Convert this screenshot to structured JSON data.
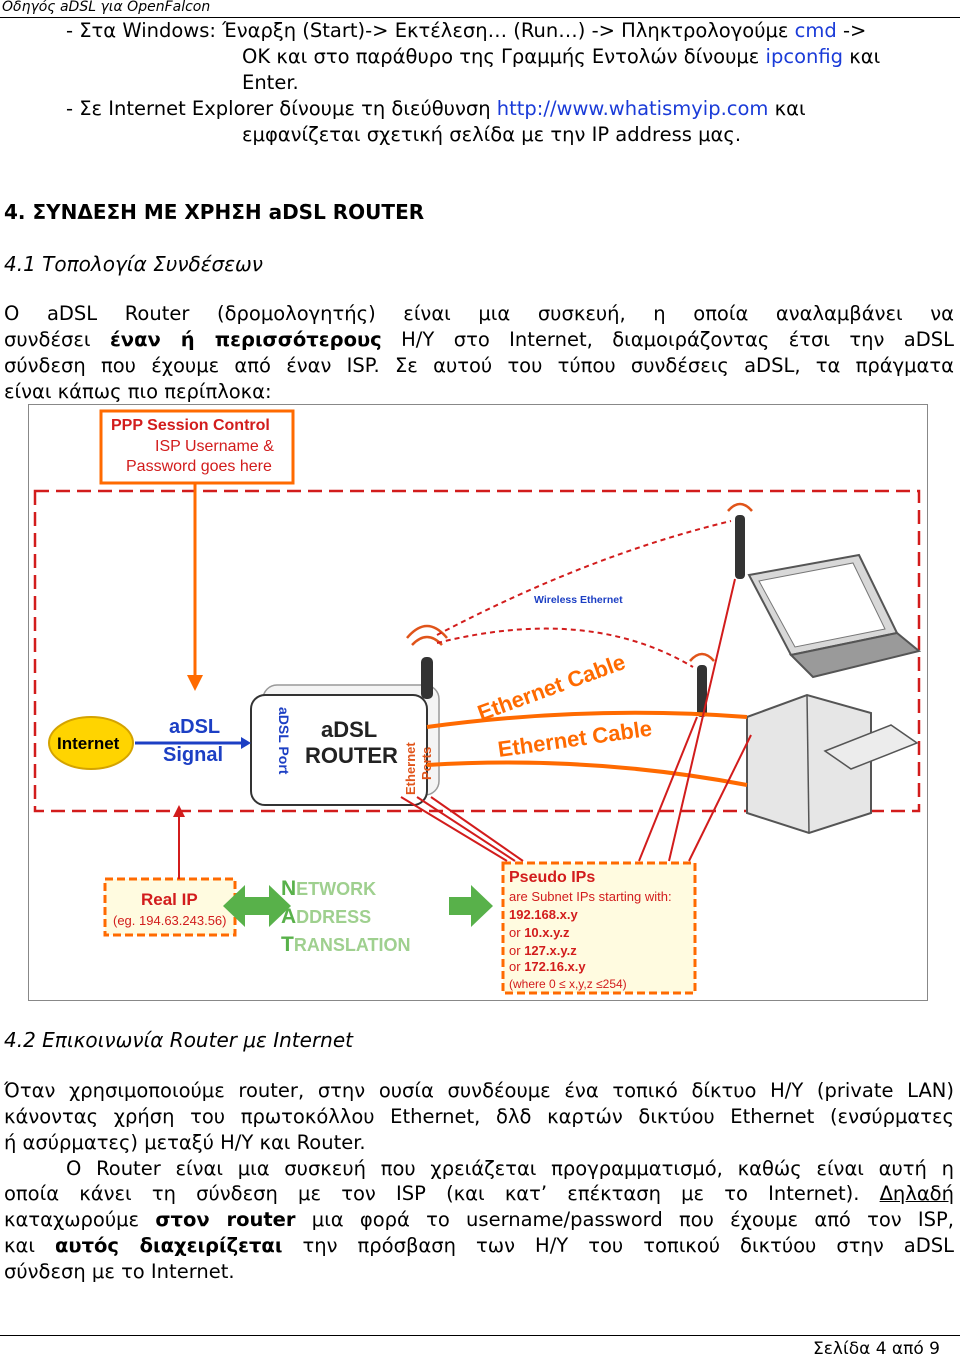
{
  "header": {
    "title": "Οδηγός aDSL για OpenFalcon"
  },
  "list": {
    "item1": {
      "line1": "- Στα Windows: Έναρξη (Start)-> Εκτέλεση… (Run…) -> Πληκτρολογούμε",
      "cmd": "cmd",
      "arrow": "->",
      "line2a": "OK και στο παράθυρο της Γραμμής Εντολών δίνουμε",
      "ipconfig": "ipconfig",
      "line2b": "και",
      "line3": "Enter."
    },
    "item2": {
      "line1a": "- Σε Internet Explorer δίνουμε τη διεύθυνση",
      "url": "http://www.whatismyip.com",
      "line1b": "και",
      "line2": "εμφανίζεται σχετική σελίδα με την IP address μας."
    }
  },
  "section": {
    "heading": "4. ΣΥΝΔΕΣΗ ΜΕ ΧΡΗΣΗ aDSL ROUTER"
  },
  "sub1": {
    "title": "4.1 Τοπολογία Συνδέσεων"
  },
  "para1": {
    "l1": "O aDSL Router (δρομολογητής) είναι μια συσκευή, η οποία αναλαμβάνει να",
    "l2a": "συνδέσει",
    "l2b": "έναν ή περισσότερους",
    "l2c": "Η/Υ στο Internet, διαμοιράζοντας έτσι την aDSL",
    "l3": "σύνδεση που έχουμε από έναν ISP. Σε αυτού του τύπου συνδέσεις aDSL, τα πράγματα",
    "l4": "είναι κάπως πιο περίπλοκα:"
  },
  "diagram": {
    "ppp_title": "PPP Session Control",
    "ppp_l1": "ISP Username &",
    "ppp_l2": "Password goes here",
    "internet": "Internet",
    "adsl_signal_1": "aDSL",
    "adsl_signal_2": "Signal",
    "adsl_port": "aDSL Port",
    "router_1": "aDSL",
    "router_2": "ROUTER",
    "eth_ports_1": "Ethernet",
    "eth_ports_2": "Ports",
    "wireless": "Wireless Ethernet",
    "eth_cable_1": "Ethernet Cable",
    "eth_cable_2": "Ethernet Cable",
    "real_ip_title": "Real IP",
    "real_ip_eg": "(eg. 194.63.243.56)",
    "nat_1_first": "N",
    "nat_1_rest": "ETWORK",
    "nat_2_first": "A",
    "nat_2_rest": "DDRESS",
    "nat_3_first": "T",
    "nat_3_rest": "RANSLATION",
    "pseudo_title": "Pseudo IPs",
    "pseudo_l1": "are Subnet IPs starting with:",
    "pseudo_l2": "192.168.x.y",
    "pseudo_l3_or": "or",
    "pseudo_l3": "10.x.y.z",
    "pseudo_l4_or": "or",
    "pseudo_l4": "127.x.y.z",
    "pseudo_l5_or": "or",
    "pseudo_l5": "172.16.x.y",
    "pseudo_l6": "(where 0 ≤ x,y,z ≤254)"
  },
  "sub2": {
    "title": "4.2 Επικοινωνία Router με Internet"
  },
  "para2": {
    "l1": "Όταν χρησιμοποιούμε router, στην ουσία συνδέουμε ένα τοπικό δίκτυο Η/Υ (private LAN)",
    "l2": "κάνοντας χρήση του πρωτοκόλλου Ethernet, δλδ καρτών δικτύου Ethernet (ενσύρματες",
    "l3": "ή ασύρματες) μεταξύ Η/Υ και Router."
  },
  "para3": {
    "l1": "O Router είναι μια συσκευή που χρειάζεται προγραμματισμό, καθώς είναι αυτή η",
    "l2a": "οποία κάνει τη σύνδεση με τον ISP (και κατ’ επέκταση με το Internet).",
    "l2b": "Δηλαδή",
    "l3a": "καταχωρούμε",
    "l3b": "στον router",
    "l3c": "μια φορά το username/password που έχουμε από τον ISP,",
    "l4a": "και",
    "l4b": "αυτός διαχειρίζεται",
    "l4c": "την πρόσβαση των Η/Υ του τοπικού δικτύου στην aDSL",
    "l5": "σύνδεση με το Internet."
  },
  "footer": {
    "page": "Σελίδα 4 από 9"
  }
}
